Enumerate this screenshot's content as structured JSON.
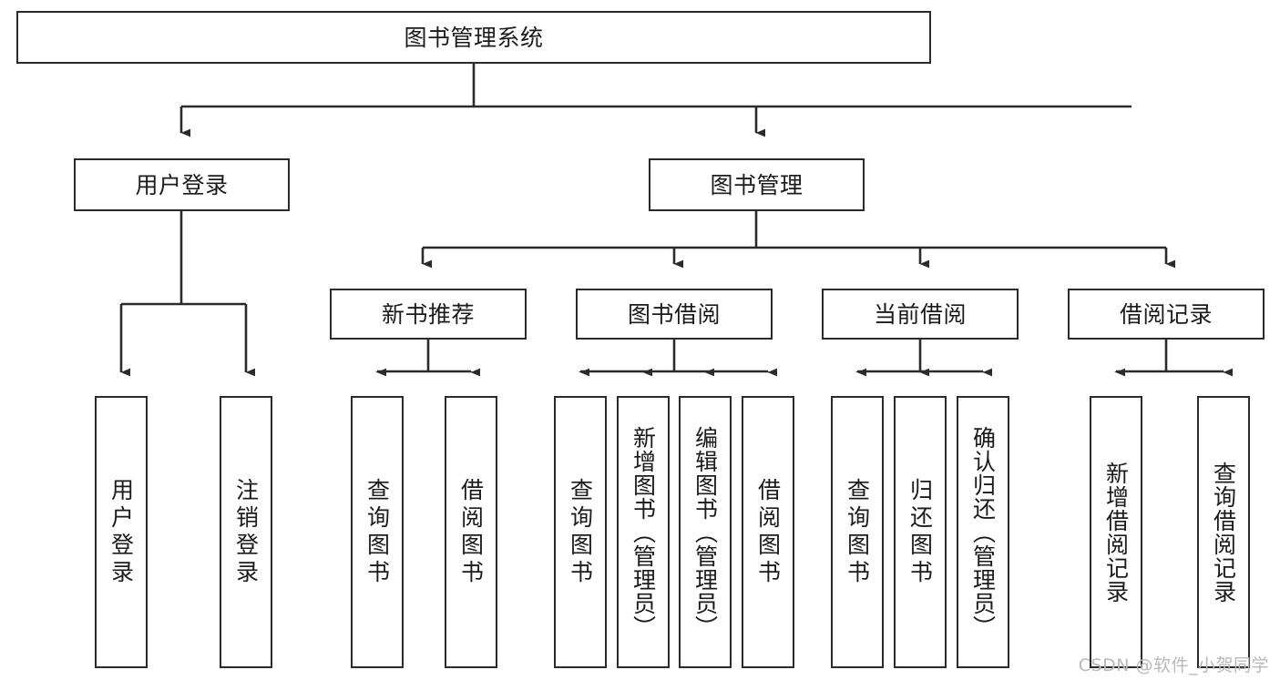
{
  "diagram": {
    "title": "图书管理系统",
    "type": "tree-hierarchy-diagram",
    "watermark": "CSDN @软件_小贺同学",
    "colors": {
      "stroke": "#2b2b2b",
      "fill": "#ffffff",
      "text": "#1b1b1b",
      "watermark": "#b9b9b9"
    },
    "root": {
      "label": "图书管理系统"
    },
    "level2": [
      {
        "id": "user-login",
        "label": "用户登录"
      },
      {
        "id": "book-manage",
        "label": "图书管理"
      }
    ],
    "level3": [
      {
        "id": "new-book-recommend",
        "label": "新书推荐"
      },
      {
        "id": "book-borrow",
        "label": "图书借阅"
      },
      {
        "id": "current-borrow",
        "label": "当前借阅"
      },
      {
        "id": "borrow-record",
        "label": "借阅记录"
      }
    ],
    "leaves": {
      "user_login": [
        {
          "id": "leaf-user-login",
          "label": "用户登录"
        },
        {
          "id": "leaf-logout-login",
          "label": "注销登录"
        }
      ],
      "new_book_recommend": [
        {
          "id": "leaf-query-book-1",
          "label": "查询图书"
        },
        {
          "id": "leaf-borrow-book-1",
          "label": "借阅图书"
        }
      ],
      "book_borrow": [
        {
          "id": "leaf-query-book-2",
          "label": "查询图书"
        },
        {
          "id": "leaf-add-book",
          "label": "新增图书（管理员）"
        },
        {
          "id": "leaf-edit-book",
          "label": "编辑图书（管理员）"
        },
        {
          "id": "leaf-borrow-book-2",
          "label": "借阅图书"
        }
      ],
      "current_borrow": [
        {
          "id": "leaf-query-book-3",
          "label": "查询图书"
        },
        {
          "id": "leaf-return-book",
          "label": "归还图书"
        },
        {
          "id": "leaf-confirm-return",
          "label": "确认归还（管理员）"
        }
      ],
      "borrow_record": [
        {
          "id": "leaf-add-record",
          "label": "新增借阅记录"
        },
        {
          "id": "leaf-query-record",
          "label": "查询借阅记录"
        }
      ]
    }
  }
}
